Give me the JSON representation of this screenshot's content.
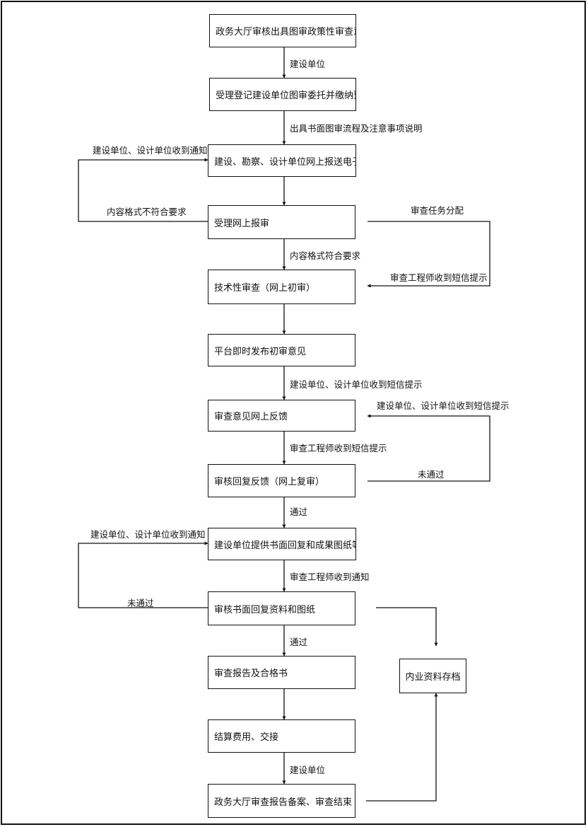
{
  "flowchart": {
    "boxes": {
      "b1": "政务大厅审核出具图审政策性审查意见书",
      "b2": "受理登记建设单位图审委托并缴纳预收费",
      "b3": "建设、勘察、设计单位网上报送电子版图审资料",
      "b4": "受理网上报审",
      "b5": "技术性审查（网上初审）",
      "b6": "平台即时发布初审意见",
      "b7": "审查意见网上反馈",
      "b8": "审核回复反馈（网上复审）",
      "b9": "建设单位提供书面回复和成果图纸等资料",
      "b10": "审核书面回复资料和图纸",
      "b11": "审查报告及合格书",
      "b12": "结算费用、交接",
      "b13": "政务大厅审查报告备案、审查结束",
      "b14": "内业资料存档"
    },
    "labels": {
      "l1": "建设单位",
      "l2": "出具书面图审流程及注意事项说明",
      "l3": "建设单位、设计单位收到通知",
      "l4": "内容格式不符合要求",
      "l5": "审查任务分配",
      "l6": "内容格式符合要求",
      "l7": "审查工程师收到短信提示",
      "l8": "建设单位、设计单位收到短信提示",
      "l9": "建设单位、设计单位收到短信提示",
      "l10": "审查工程师收到短信提示",
      "l11": "未通过",
      "l12": "通过",
      "l13": "建设单位、设计单位收到通知",
      "l14": "审查工程师收到通知",
      "l15": "未通过",
      "l16": "通过",
      "l17": "建设单位"
    }
  }
}
